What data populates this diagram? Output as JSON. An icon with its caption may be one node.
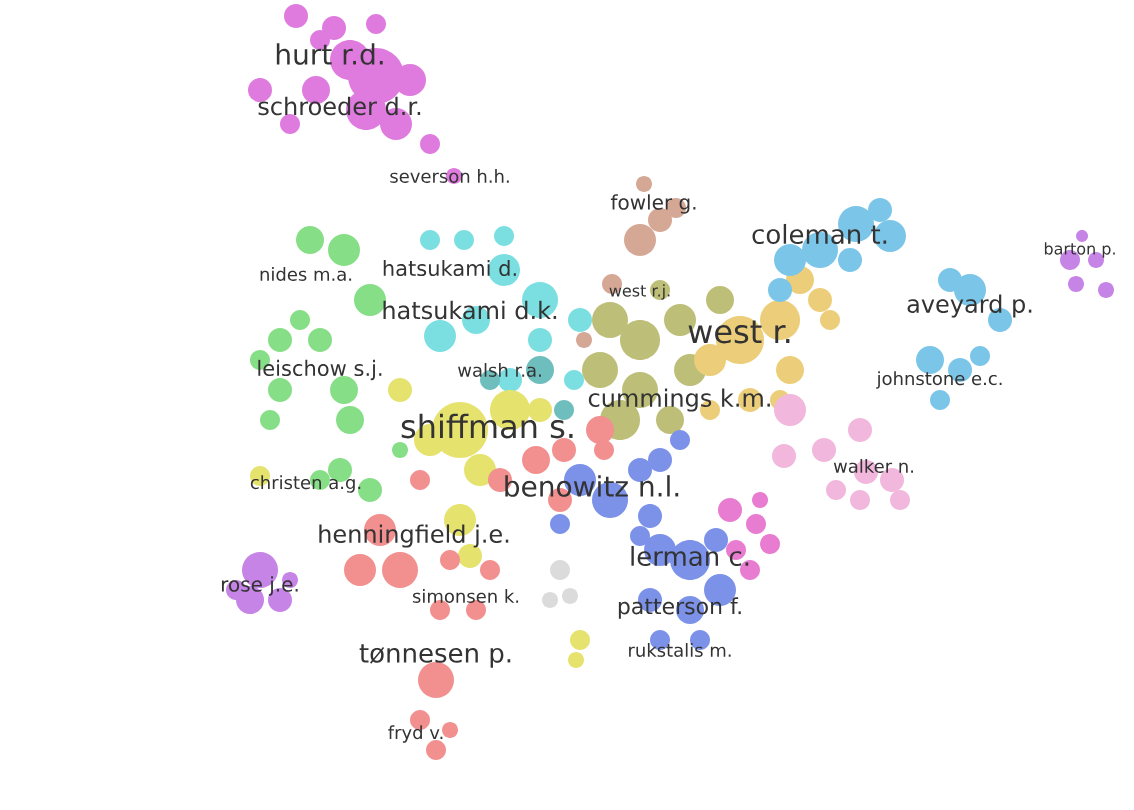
{
  "diagram": {
    "labels": [
      "hurt r.d.",
      "schroeder d.r.",
      "severson h.h.",
      "fowler g.",
      "coleman t.",
      "barton p.",
      "nides m.a.",
      "hatsukami d.",
      "hatsukami d.k.",
      "west r.j.",
      "west r.",
      "aveyard p.",
      "johnstone e.c.",
      "leischow s.j.",
      "walsh r.a.",
      "cummings k.m.",
      "shiffman s.",
      "benowitz n.l.",
      "walker n.",
      "christen a.g.",
      "henningfield j.e.",
      "lerman c.",
      "rose j.e.",
      "simonsen k.",
      "patterson f.",
      "tønnesen p.",
      "rukstalis m.",
      "fryd v."
    ]
  }
}
